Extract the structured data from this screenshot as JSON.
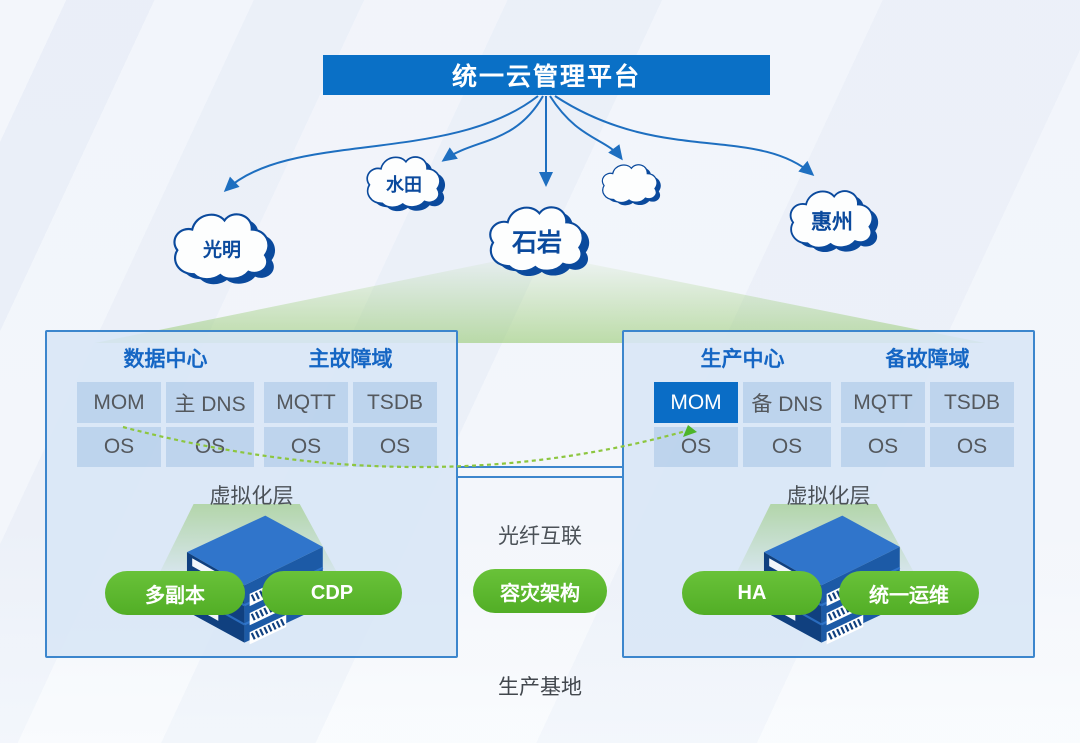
{
  "title": "统一云管理平台",
  "clouds": {
    "guangming": "光明",
    "shuitian": "水田",
    "shiyan": "石岩",
    "huizhou": "惠州"
  },
  "left_box": {
    "header_datacenter": "数据中心",
    "header_fault_domain": "主故障域",
    "cells_row1": [
      "MOM",
      "主 DNS",
      "MQTT",
      "TSDB"
    ],
    "cells_row2": [
      "OS",
      "OS",
      "OS",
      "OS"
    ],
    "virtualization_label": "虚拟化层",
    "pill_replica": "多副本",
    "pill_cdp": "CDP"
  },
  "right_box": {
    "header_production": "生产中心",
    "header_fault_domain": "备故障域",
    "cells_row1": [
      "MOM",
      "备 DNS",
      "MQTT",
      "TSDB"
    ],
    "highlighted_cell": "MOM",
    "cells_row2": [
      "OS",
      "OS",
      "OS",
      "OS"
    ],
    "virtualization_label": "虚拟化层",
    "pill_ha": "HA",
    "pill_ops": "统一运维"
  },
  "middle": {
    "fiber_label": "光纤互联",
    "pill_dr": "容灾架构"
  },
  "footer_label": "生产基地",
  "colors": {
    "title_bar": "#0a70c6",
    "arrow_blue": "#1e6fc0",
    "cloud_navy": "#0b4a9d",
    "panel_border": "#3c86cd",
    "panel_fill": "#d8e6f6",
    "cell_fill": "#bcd3ec",
    "cell_highlight": "#0a6dc6",
    "green_pill": "#5bb92d",
    "green_dotted": "#8dc63f",
    "header_text": "#1566c4",
    "label_gray": "#4b5157"
  }
}
